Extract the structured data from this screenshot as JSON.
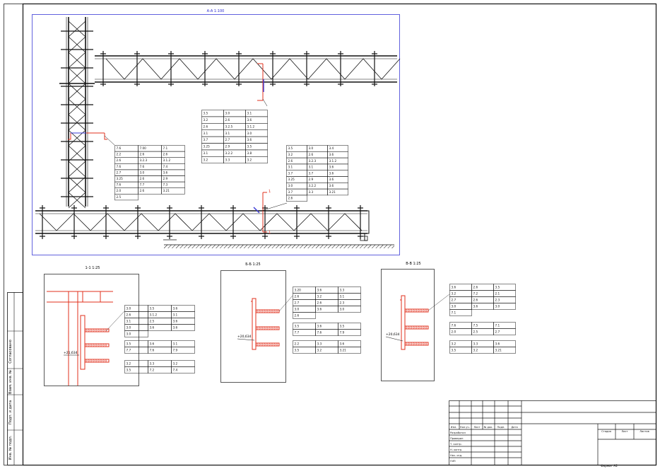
{
  "main_view": {
    "title": "А-А 1:100",
    "cut_label_1": "1",
    "cut_label_2": "1"
  },
  "tables": {
    "t1": {
      "rows": [
        [
          "7.6",
          "7.00",
          "7.1"
        ],
        [
          "2.2",
          "2.6",
          "2.6"
        ],
        [
          "2.6",
          "3.2.3",
          "3.1.2"
        ],
        [
          "7.6",
          "7.6",
          "7.4"
        ],
        [
          "2.7",
          "3.0",
          "3.6"
        ],
        [
          "3.25",
          "2.6",
          "2.9"
        ],
        [
          "7.6",
          "7.7",
          "7.3"
        ],
        [
          "2.0",
          "2.6",
          "3.21"
        ],
        [
          "2.5",
          "",
          ""
        ]
      ]
    },
    "t2": {
      "rows": [
        [
          "3.5",
          "3.0",
          "3.1"
        ],
        [
          "3.2",
          "2.6",
          "3.6"
        ],
        [
          "2.6",
          "3.2.5",
          "3.1.2"
        ],
        [
          "3.1",
          "3.1",
          "3.0"
        ],
        [
          "3.7",
          "2.7",
          "3.6"
        ],
        [
          "3.25",
          "2.9",
          "3.5"
        ],
        [
          "3.1",
          "3.2.2",
          "3.8"
        ],
        [
          "3.2",
          "3.3",
          "3.2"
        ]
      ]
    },
    "t3": {
      "rows": [
        [
          "3.5",
          "3.0",
          "3.4"
        ],
        [
          "3.2",
          "2.6",
          "3.6"
        ],
        [
          "2.6",
          "3.2.3",
          "3.1.2"
        ],
        [
          "3.1",
          "3.1",
          "3.6"
        ],
        [
          "3.7",
          "3.7",
          "3.6"
        ],
        [
          "3.25",
          "2.9",
          "3.6"
        ],
        [
          "3.0",
          "3.2.2",
          "3.6"
        ],
        [
          "3.7",
          "3.3",
          "3.21"
        ],
        [
          "2.6",
          "",
          ""
        ]
      ]
    },
    "d1a": {
      "rows": [
        [
          "3.0",
          "3.5",
          "3.6"
        ],
        [
          "2.6",
          "3.1.2",
          "3.1"
        ],
        [
          "3.1",
          "2.5",
          "3.6"
        ],
        [
          "3.0",
          "3.6",
          "3.6"
        ],
        [
          "3.0",
          "",
          ""
        ]
      ]
    },
    "d1b": {
      "rows": [
        [
          "3.5",
          "3.6",
          "3.1"
        ],
        [
          "7.7",
          "7.6",
          "7.9"
        ]
      ]
    },
    "d1c": {
      "rows": [
        [
          "3.2",
          "3.3",
          "3.2"
        ],
        [
          "3.5",
          "7.2",
          "7.4"
        ]
      ]
    },
    "d2a": {
      "rows": [
        [
          "3.20",
          "3.6",
          "3.3"
        ],
        [
          "2.6",
          "3.2",
          "3.1"
        ],
        [
          "2.7",
          "2.6",
          "2.3"
        ],
        [
          "3.0",
          "3.6",
          "3.0"
        ],
        [
          "2.6",
          "",
          ""
        ]
      ]
    },
    "d2b": {
      "rows": [
        [
          "3.5",
          "3.6",
          "3.5"
        ],
        [
          "7.7",
          "7.6",
          "7.9"
        ]
      ]
    },
    "d2c": {
      "rows": [
        [
          "2.2",
          "3.3",
          "3.6"
        ],
        [
          "3.5",
          "3.2",
          "3.21"
        ]
      ]
    },
    "d3a": {
      "rows": [
        [
          "3.6",
          "2.6",
          "3.5"
        ],
        [
          "3.2",
          "7.2",
          "2.1"
        ],
        [
          "2.7",
          "2.6",
          "2.3"
        ],
        [
          "3.0",
          "3.6",
          "3.0"
        ],
        [
          "7.1",
          "",
          ""
        ]
      ]
    },
    "d3b": {
      "rows": [
        [
          "7.6",
          "7.5",
          "7.1"
        ],
        [
          "2.0",
          "2.5",
          "2.7"
        ]
      ]
    },
    "d3c": {
      "rows": [
        [
          "3.2",
          "3.3",
          "3.6"
        ],
        [
          "3.5",
          "3.2",
          "3.21"
        ]
      ]
    }
  },
  "details": {
    "d1": {
      "title": "1-1 1:25",
      "mark": "+21,634"
    },
    "d2": {
      "title": "Б-Б 1:25",
      "mark": "+20,634"
    },
    "d3": {
      "title": "В-В 1:25",
      "mark": "+20,634"
    }
  },
  "side_stamp": {
    "labels": [
      "Согласовано",
      "Взам. инв. №",
      "Подп. и дата",
      "Инв. № подл."
    ]
  },
  "title_block": {
    "header": [
      "Изм.",
      "Кол.уч.",
      "Лист",
      "№ док.",
      "Подп.",
      "Дата"
    ],
    "roles": [
      "Разработал",
      "Проверил",
      "Т. контр.",
      "Н. контр.",
      "Нач. отд.",
      "ГИП"
    ],
    "stage_headers": [
      "Стадия",
      "Лист",
      "Листов"
    ],
    "format": "Формат А2"
  },
  "colors": {
    "frame": "#1a1a1a",
    "viewport": "#3b3bd6",
    "highlight": "#e0301e"
  }
}
